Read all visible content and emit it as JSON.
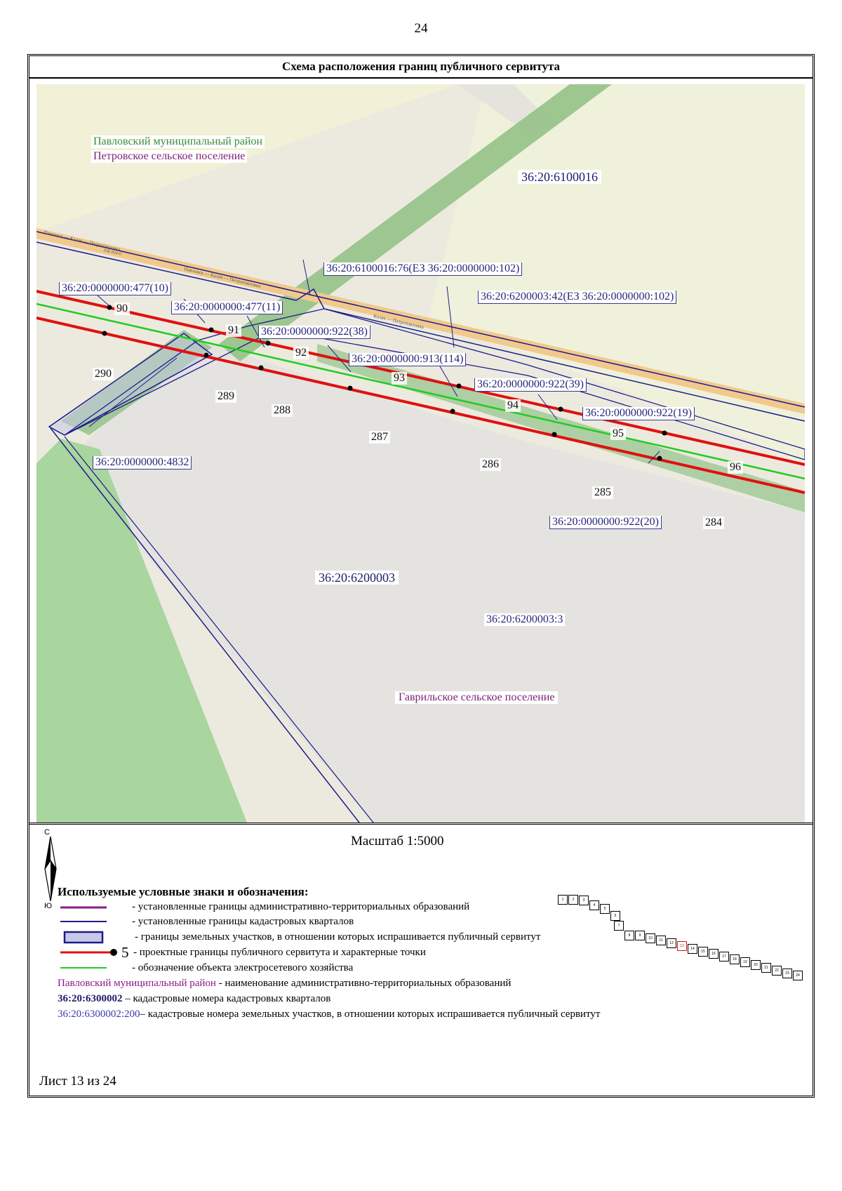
{
  "page_number": "24",
  "title": "Схема расположения границ публичного сервитута",
  "map": {
    "district_name": "Павловский муниципальный район",
    "settlement_name": "Петровское сельское поселение",
    "settlement_name_2": "Гаврильское сельское поселение",
    "quarter_1": "36:20:6100016",
    "quarter_2": "36:20:6200003",
    "parcels": {
      "p_477_10": "36:20:0000000:477(10)",
      "p_477_11": "36:20:0000000:477(11)",
      "p_922_38": "36:20:0000000:922(38)",
      "p_6100016_76": "36:20:6100016:76(ЕЗ 36:20:0000000:102)",
      "p_6200003_42": "36:20:6200003:42(ЕЗ 36:20:0000000:102)",
      "p_913_114": "36:20:0000000:913(114)",
      "p_922_39": "36:20:0000000:922(39)",
      "p_922_19": "36:20:0000000:922(19)",
      "p_922_20": "36:20:0000000:922(20)",
      "p_4832": "36:20:0000000:4832",
      "p_6200003_3": "36:20:6200003:3"
    },
    "points_top": [
      "90",
      "91",
      "92",
      "93",
      "94",
      "95",
      "96"
    ],
    "points_bottom": [
      "290",
      "289",
      "288",
      "287",
      "286",
      "285",
      "284"
    ],
    "road_labels": [
      "Павловск — Калач — Петропавловка",
      "Павловск — Калач — Петропавловка",
      "Калач — Петропавловка",
      "20К-824-0"
    ]
  },
  "legend": {
    "scale": "Масштаб 1:5000",
    "north_label": "С",
    "south_label": "Ю",
    "heading": "Используемые условные знаки и обозначения:",
    "items": [
      "- установленные границы административно-территориальных образований",
      "- установленные границы кадастровых кварталов",
      "- границы земельных участков, в отношении которых испрашивается публичный сервитут",
      "- проектные границы публичного сервитута и характерные точки",
      "- обозначение объекта электросетевого хозяйства"
    ],
    "point_sample": "5",
    "admin_sample": "Павловский муниципальный район",
    "admin_text": " - наименование административно-территориальных образований",
    "quarter_sample": "36:20:6300002",
    "quarter_text": " – кадастровые номера кадастровых кварталов",
    "parcel_sample": "36:20:6300002:200",
    "parcel_text": "– кадастровые номера земельных участков, в отношении которых испрашивается публичный сервитут",
    "sheet": "Лист 13 из 24",
    "colors": {
      "admin": "#8b1a8b",
      "quarter": "#1c1c8c",
      "servitude": "#e01010",
      "power": "#22cc22",
      "parcel_fill": "#c8c8e8"
    }
  },
  "sheet_schema": {
    "sheets": [
      "1",
      "2",
      "3",
      "4",
      "5",
      "6",
      "7",
      "8",
      "9",
      "10",
      "11",
      "12",
      "13",
      "14",
      "15",
      "16",
      "17",
      "18",
      "19",
      "20",
      "21",
      "22",
      "23",
      "24"
    ],
    "current": "13"
  }
}
